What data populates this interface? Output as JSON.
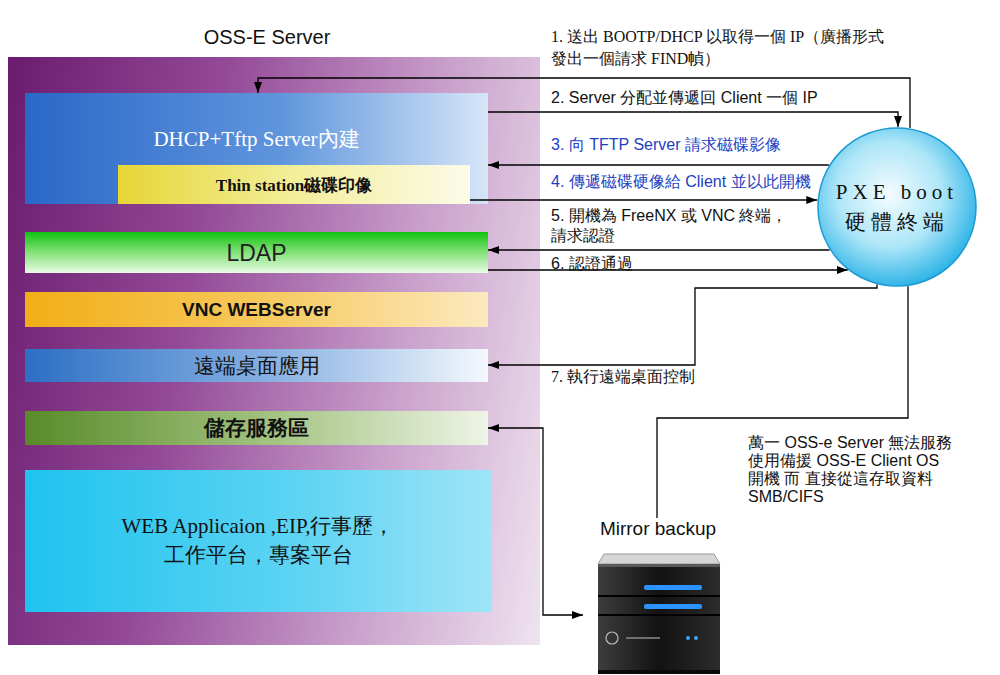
{
  "diagram": {
    "nodes": [
      {
        "text": [
          "OSS-E Server"
        ]
      },
      {
        "text": [
          "DHCP+Tftp Server內建"
        ],
        "in": 0
      },
      {
        "text": [
          "Thin station磁碟印像"
        ],
        "in": 1
      },
      {
        "text": [
          "LDAP"
        ],
        "in": 0
      },
      {
        "text": [
          "VNC WEBServer"
        ],
        "in": 0
      },
      {
        "text": [
          "遠端桌面應用"
        ],
        "in": 0
      },
      {
        "text": [
          "儲存服務區"
        ],
        "in": 0
      },
      {
        "text": [
          "WEB Applicaion ,EIP,行事歷， 工作平台，專案平台"
        ],
        "in": 0
      },
      {
        "text": [
          "PXE boot 硬體終端"
        ]
      },
      {
        "text": [
          "Mirror backup"
        ]
      }
    ],
    "edges": [
      {
        "from": 8,
        "to": 1,
        "arrow": "to",
        "label": "1. 送出 BOOTP/DHCP 以取得一個 IP（廣播形式 發出一個請求 FIND幀）"
      },
      {
        "from": 1,
        "to": 8,
        "arrow": "to",
        "label": "2. Server 分配並傳遞回 Client 一個 IP"
      },
      {
        "from": 8,
        "to": 1,
        "arrow": "to",
        "label": "3. 向 TFTP Server 請求磁碟影像"
      },
      {
        "from": 2,
        "to": 8,
        "arrow": "to",
        "label": "4. 傳遞磁碟硬像給 Client 並以此開機"
      },
      {
        "from": 8,
        "to": 3,
        "arrow": "to",
        "label": "5. 開機為 FreeNX 或 VNC 終端， 請求認證"
      },
      {
        "from": 3,
        "to": 8,
        "arrow": "to",
        "label": "6. 認證通過"
      },
      {
        "from": 8,
        "to": 5,
        "arrow": "to",
        "label": "7. 執行遠端桌面控制"
      },
      {
        "from": 6,
        "to": 9,
        "arrow": "both"
      },
      {
        "from": 8,
        "to": 9,
        "arrow": "none",
        "label": "萬一 OSS-e Server 無法服務 使用備援 OSS-E Client OS 開機 而 直接從這存取資料 SMB/CIFS"
      }
    ]
  }
}
